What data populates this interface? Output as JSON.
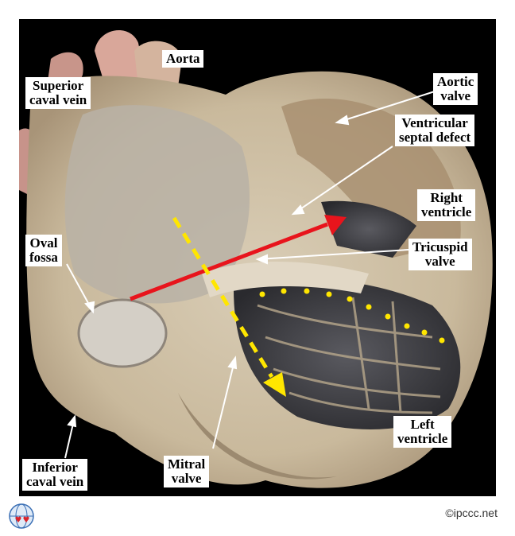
{
  "labels": {
    "aorta": "Aorta",
    "superior_caval_vein_l1": "Superior",
    "superior_caval_vein_l2": "caval vein",
    "aortic_valve_l1": "Aortic",
    "aortic_valve_l2": "valve",
    "vsd_l1": "Ventricular",
    "vsd_l2": "septal defect",
    "right_ventricle_l1": "Right",
    "right_ventricle_l2": "ventricle",
    "tricuspid_valve_l1": "Tricuspid",
    "tricuspid_valve_l2": "valve",
    "oval_fossa_l1": "Oval",
    "oval_fossa_l2": "fossa",
    "left_ventricle_l1": "Left",
    "left_ventricle_l2": "ventricle",
    "mitral_valve_l1": "Mitral",
    "mitral_valve_l2": "valve",
    "inferior_caval_vein_l1": "Inferior",
    "inferior_caval_vein_l2": "caval vein"
  },
  "credit": "©ipccc.net",
  "colors": {
    "background": "#000000",
    "tissue": "#e8dcc4",
    "arrow_red": "#e8141c",
    "arrow_yellow": "#ffe600",
    "pointer": "#ffffff"
  },
  "icons": {
    "logo": "ipccc-globe-logo"
  }
}
